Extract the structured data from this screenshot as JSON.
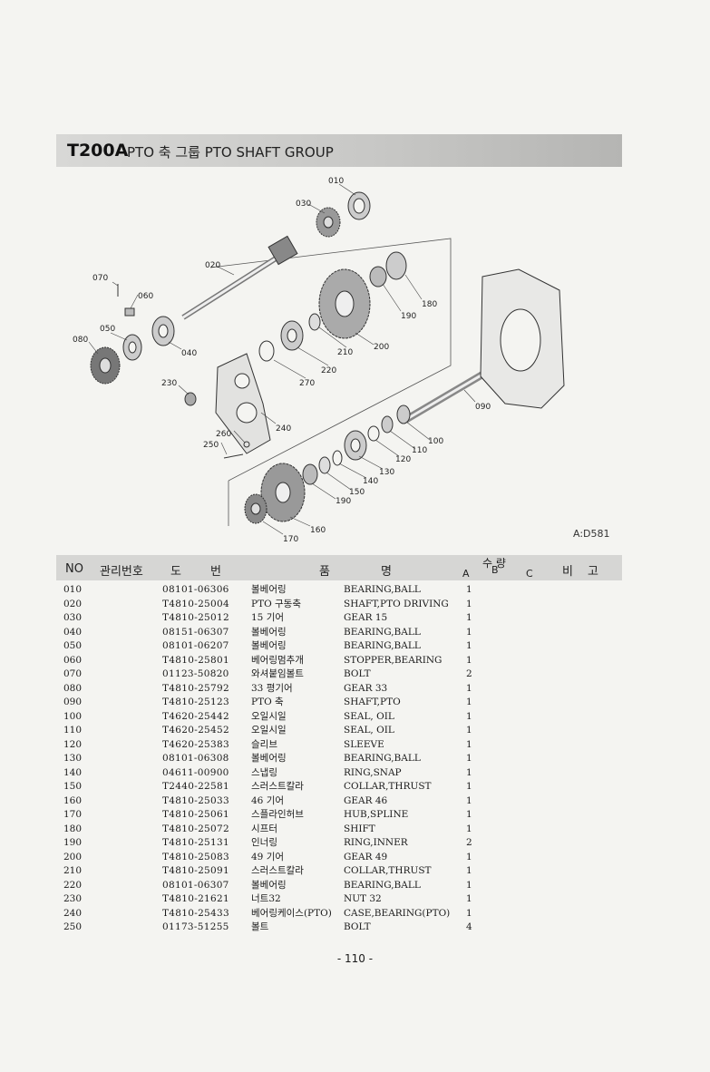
{
  "header": {
    "code": "T200A",
    "title": "PTO 축 그룹  PTO SHAFT GROUP"
  },
  "diagram": {
    "ref_code": "A:D581",
    "callouts": [
      "010",
      "030",
      "020",
      "070",
      "060",
      "050",
      "080",
      "040",
      "180",
      "190",
      "210",
      "200",
      "220",
      "270",
      "230",
      "240",
      "260",
      "250",
      "090",
      "100",
      "110",
      "120",
      "130",
      "140",
      "150",
      "190",
      "160",
      "170"
    ]
  },
  "table": {
    "headers": {
      "no": "NO",
      "mgmt": "관리번호",
      "part_no": "도 번",
      "name": "품 명",
      "qty": "수 량",
      "a": "A",
      "b": "B",
      "c": "C",
      "remark": "비 고"
    },
    "rows": [
      {
        "no": "010",
        "part": "08101-06306",
        "kor": "볼베어링",
        "eng": "BEARING,BALL",
        "qty": "1"
      },
      {
        "no": "020",
        "part": "T4810-25004",
        "kor": "PTO 구동축",
        "eng": "SHAFT,PTO DRIVING",
        "qty": "1"
      },
      {
        "no": "030",
        "part": "T4810-25012",
        "kor": "15 기어",
        "eng": "GEAR 15",
        "qty": "1"
      },
      {
        "no": "040",
        "part": "08151-06307",
        "kor": "볼베어링",
        "eng": "BEARING,BALL",
        "qty": "1"
      },
      {
        "no": "050",
        "part": "08101-06207",
        "kor": "볼베어링",
        "eng": "BEARING,BALL",
        "qty": "1"
      },
      {
        "no": "060",
        "part": "T4810-25801",
        "kor": "베어링멈추개",
        "eng": "STOPPER,BEARING",
        "qty": "1"
      },
      {
        "no": "070",
        "part": "01123-50820",
        "kor": "와셔붙임볼트",
        "eng": "BOLT",
        "qty": "2"
      },
      {
        "no": "080",
        "part": "T4810-25792",
        "kor": "33 평기어",
        "eng": "GEAR 33",
        "qty": "1"
      },
      {
        "no": "090",
        "part": "T4810-25123",
        "kor": "PTO 축",
        "eng": "SHAFT,PTO",
        "qty": "1"
      },
      {
        "no": "100",
        "part": "T4620-25442",
        "kor": "오일시일",
        "eng": "SEAL,  OIL",
        "qty": "1"
      },
      {
        "no": "110",
        "part": "T4620-25452",
        "kor": "오일시일",
        "eng": "SEAL,  OIL",
        "qty": "1"
      },
      {
        "no": "120",
        "part": "T4620-25383",
        "kor": "슬리브",
        "eng": "SLEEVE",
        "qty": "1"
      },
      {
        "no": "130",
        "part": "08101-06308",
        "kor": "볼베어링",
        "eng": "BEARING,BALL",
        "qty": "1"
      },
      {
        "no": "140",
        "part": "04611-00900",
        "kor": "스냅링",
        "eng": "RING,SNAP",
        "qty": "1"
      },
      {
        "no": "150",
        "part": "T2440-22581",
        "kor": "스러스트칼라",
        "eng": "COLLAR,THRUST",
        "qty": "1"
      },
      {
        "no": "160",
        "part": "T4810-25033",
        "kor": "46 기어",
        "eng": "GEAR 46",
        "qty": "1"
      },
      {
        "no": "170",
        "part": "T4810-25061",
        "kor": "스플라인허브",
        "eng": "HUB,SPLINE",
        "qty": "1"
      },
      {
        "no": "180",
        "part": "T4810-25072",
        "kor": "시프터",
        "eng": "SHIFT",
        "qty": "1"
      },
      {
        "no": "190",
        "part": "T4810-25131",
        "kor": "인너링",
        "eng": "RING,INNER",
        "qty": "2"
      },
      {
        "no": "200",
        "part": "T4810-25083",
        "kor": "49 기어",
        "eng": "GEAR 49",
        "qty": "1"
      },
      {
        "no": "210",
        "part": "T4810-25091",
        "kor": "스러스트칼라",
        "eng": "COLLAR,THRUST",
        "qty": "1"
      },
      {
        "no": "220",
        "part": "08101-06307",
        "kor": "볼베어링",
        "eng": "BEARING,BALL",
        "qty": "1"
      },
      {
        "no": "230",
        "part": "T4810-21621",
        "kor": "너트32",
        "eng": "NUT 32",
        "qty": "1"
      },
      {
        "no": "240",
        "part": "T4810-25433",
        "kor": "베어링케이스(PTO)",
        "eng": "CASE,BEARING(PTO)",
        "qty": "1"
      },
      {
        "no": "250",
        "part": "01173-51255",
        "kor": "볼트",
        "eng": "BOLT",
        "qty": "4"
      }
    ]
  },
  "footer": {
    "page": "- 110 -"
  }
}
